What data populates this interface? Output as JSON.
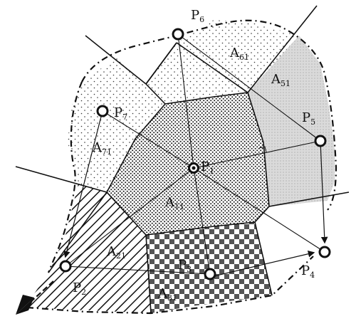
{
  "points": {
    "p1": {
      "main": "P",
      "sub": "1"
    },
    "p2": {
      "main": "P",
      "sub": "2"
    },
    "p3": {
      "main": "P",
      "sub": "3"
    },
    "p4": {
      "main": "P",
      "sub": "4"
    },
    "p5": {
      "main": "P",
      "sub": "5"
    },
    "p6": {
      "main": "P",
      "sub": "6"
    },
    "p7": {
      "main": "P",
      "sub": "7"
    }
  },
  "areas": {
    "a11": {
      "main": "A",
      "sub": "11"
    },
    "a21": {
      "main": "A",
      "sub": "21"
    },
    "a31": {
      "main": "A",
      "sub": "31"
    },
    "a51": {
      "main": "A",
      "sub": "51"
    },
    "a61": {
      "main": "A",
      "sub": "61"
    },
    "a71": {
      "main": "A",
      "sub": "71"
    }
  }
}
